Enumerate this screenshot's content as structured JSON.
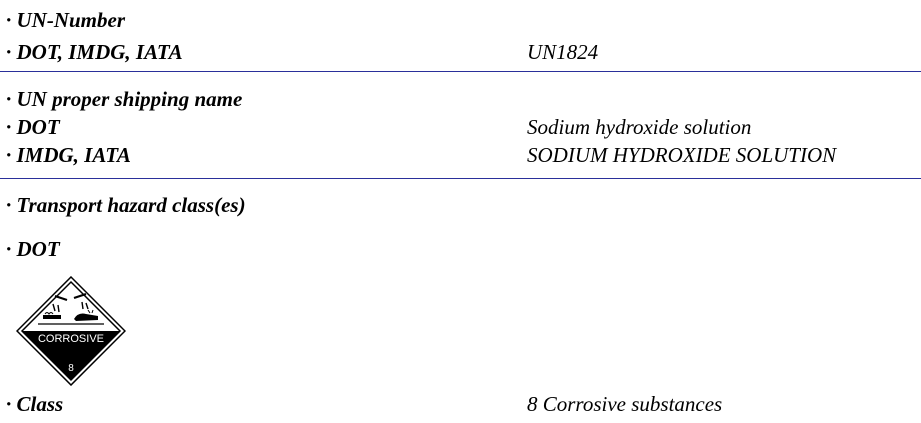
{
  "un_number": {
    "heading": "· UN-Number",
    "label": "· DOT, IMDG, IATA",
    "value": "UN1824"
  },
  "shipping_name": {
    "heading": "· UN proper shipping name",
    "dot_label": "· DOT",
    "dot_value": "Sodium hydroxide solution",
    "imdg_label": "· IMDG, IATA",
    "imdg_value": "SODIUM HYDROXIDE SOLUTION"
  },
  "hazard_class": {
    "heading": "· Transport hazard class(es)",
    "dot_label": "· DOT",
    "placard": {
      "icon": "corrosive-placard-icon",
      "word": "CORROSIVE",
      "class_number": "8"
    },
    "class_label": "· Class",
    "class_value": "8 Corrosive substances"
  },
  "colors": {
    "rule": "#2a2f9a",
    "text": "#000000"
  }
}
